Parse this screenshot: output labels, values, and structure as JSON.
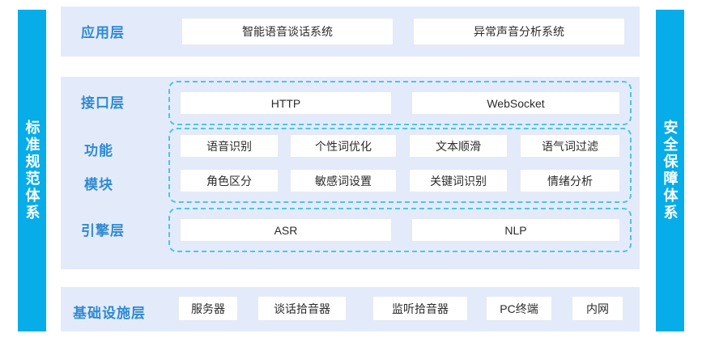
{
  "diagram": {
    "colors": {
      "sidebar_blue": "#06ADE9",
      "panel_bg": "#E3EBFA",
      "label_blue": "#2E8AD2",
      "dashed_border": "#4FC3EC",
      "box_bg": "#FFFFFF",
      "box_text": "#2B2B2B"
    },
    "left_sidebar": {
      "label": "标准规范体系"
    },
    "right_sidebar": {
      "label": "安全保障体系"
    },
    "layers": {
      "application": {
        "label": "应用层",
        "items": [
          "智能语音谈话系统",
          "异常声音分析系统"
        ]
      },
      "interface": {
        "label": "接口层",
        "items": [
          "HTTP",
          "WebSocket"
        ]
      },
      "function_module": {
        "label_line1": "功能",
        "label_line2": "模块",
        "row1": [
          "语音识别",
          "个性词优化",
          "文本顺滑",
          "语气词过滤"
        ],
        "row2": [
          "角色区分",
          "敏感词设置",
          "关键词识别",
          "情绪分析"
        ]
      },
      "engine": {
        "label": "引擎层",
        "items": [
          "ASR",
          "NLP"
        ]
      },
      "infrastructure": {
        "label": "基础设施层",
        "items": [
          "服务器",
          "谈话拾音器",
          "监听拾音器",
          "PC终端",
          "内网"
        ]
      }
    }
  }
}
